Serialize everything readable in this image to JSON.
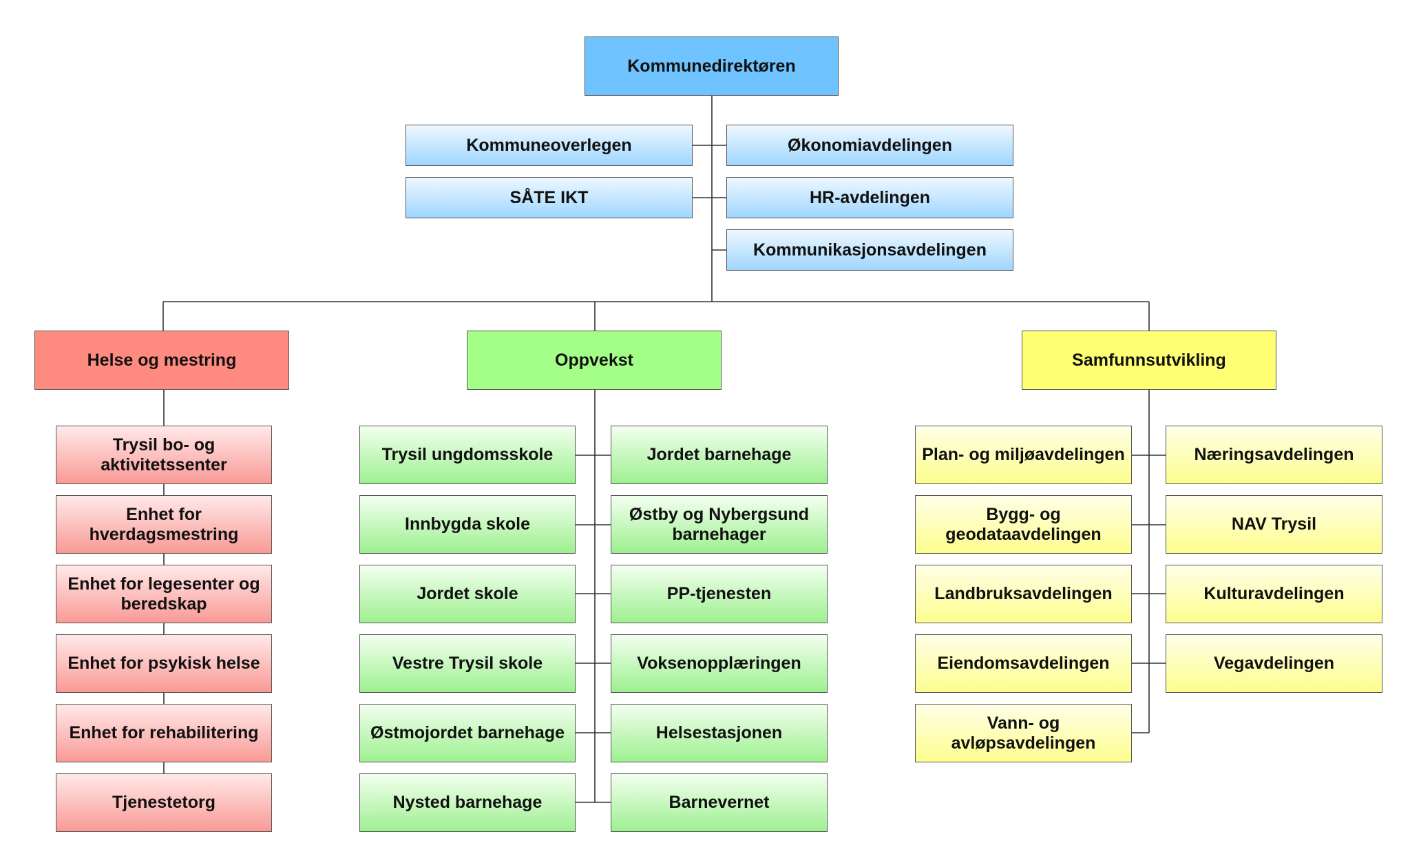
{
  "top": {
    "label": "Kommunedirektøren"
  },
  "staff": {
    "left": [
      "Kommuneoverlegen",
      "SÅTE IKT"
    ],
    "right": [
      "Økonomiavdelingen",
      "HR-avdelingen",
      "Kommunikasjonsavdelingen"
    ]
  },
  "divisions": {
    "helse": {
      "label": "Helse og mestring",
      "units": [
        "Trysil bo- og aktivitetssenter",
        "Enhet for hverdagsmestring",
        "Enhet for legesenter og beredskap",
        "Enhet for psykisk helse",
        "Enhet for rehabilitering",
        "Tjenestetorg"
      ]
    },
    "oppvekst": {
      "label": "Oppvekst",
      "left": [
        "Trysil ungdomsskole",
        "Innbygda skole",
        "Jordet skole",
        "Vestre Trysil skole",
        "Østmojordet barnehage",
        "Nysted barnehage"
      ],
      "right": [
        "Jordet barnehage",
        "Østby og Nybergsund barnehager",
        "PP-tjenesten",
        "Voksenopplæringen",
        "Helsestasjonen",
        "Barnevernet"
      ]
    },
    "samfunn": {
      "label": "Samfunnsutvikling",
      "left": [
        "Plan- og miljøavdelingen",
        "Bygg- og geodataavdelingen",
        "Landbruksavdelingen",
        "Eiendomsavdelingen",
        "Vann- og avløpsavdelingen"
      ],
      "right": [
        "Næringsavdelingen",
        "NAV Trysil",
        "Kulturavdelingen",
        "Vegavdelingen"
      ]
    }
  },
  "colors": {
    "line": "#333333",
    "border": "#555555",
    "top": "#6fc4ff",
    "helse_header": "#ff8a80",
    "oppvekst_header": "#a4ff88",
    "samfunn_header": "#ffff73"
  }
}
